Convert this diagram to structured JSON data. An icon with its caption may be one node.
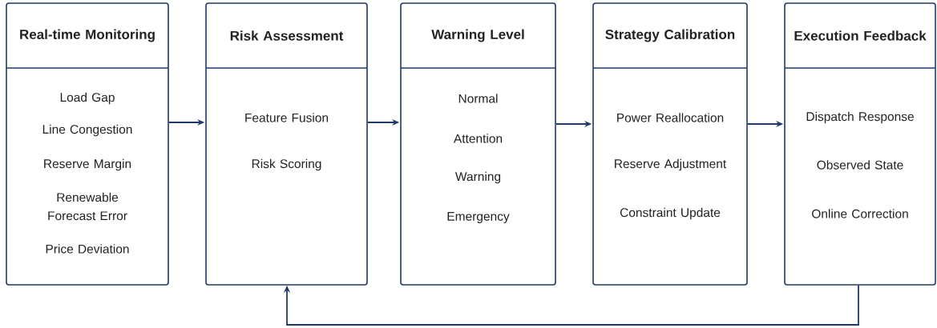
{
  "diagram": {
    "nodes": [
      {
        "text": [
          "Real-time Monitoring",
          "Load Gap",
          "Line Congestion",
          "Reserve Margin",
          "Renewable Forecast Error",
          "Price Deviation"
        ]
      },
      {
        "text": [
          "Risk Assessment",
          "Feature Fusion",
          "Risk Scoring"
        ]
      },
      {
        "text": [
          "Warning Level",
          "Normal",
          "Attention",
          "Warning",
          "Emergency"
        ]
      },
      {
        "text": [
          "Strategy Calibration",
          "Power Reallocation",
          "Reserve Adjustment",
          "Constraint Update"
        ]
      },
      {
        "text": [
          "Execution Feedback",
          "Dispatch Response",
          "Observed State",
          "Online Correction"
        ]
      }
    ],
    "edges": [
      {
        "from": 0,
        "to": 1,
        "arrow": "to"
      },
      {
        "from": 1,
        "to": 2,
        "arrow": "to"
      },
      {
        "from": 2,
        "to": 3,
        "arrow": "to"
      },
      {
        "from": 3,
        "to": 4,
        "arrow": "to"
      },
      {
        "from": 4,
        "to": 1,
        "arrow": "to"
      }
    ]
  }
}
